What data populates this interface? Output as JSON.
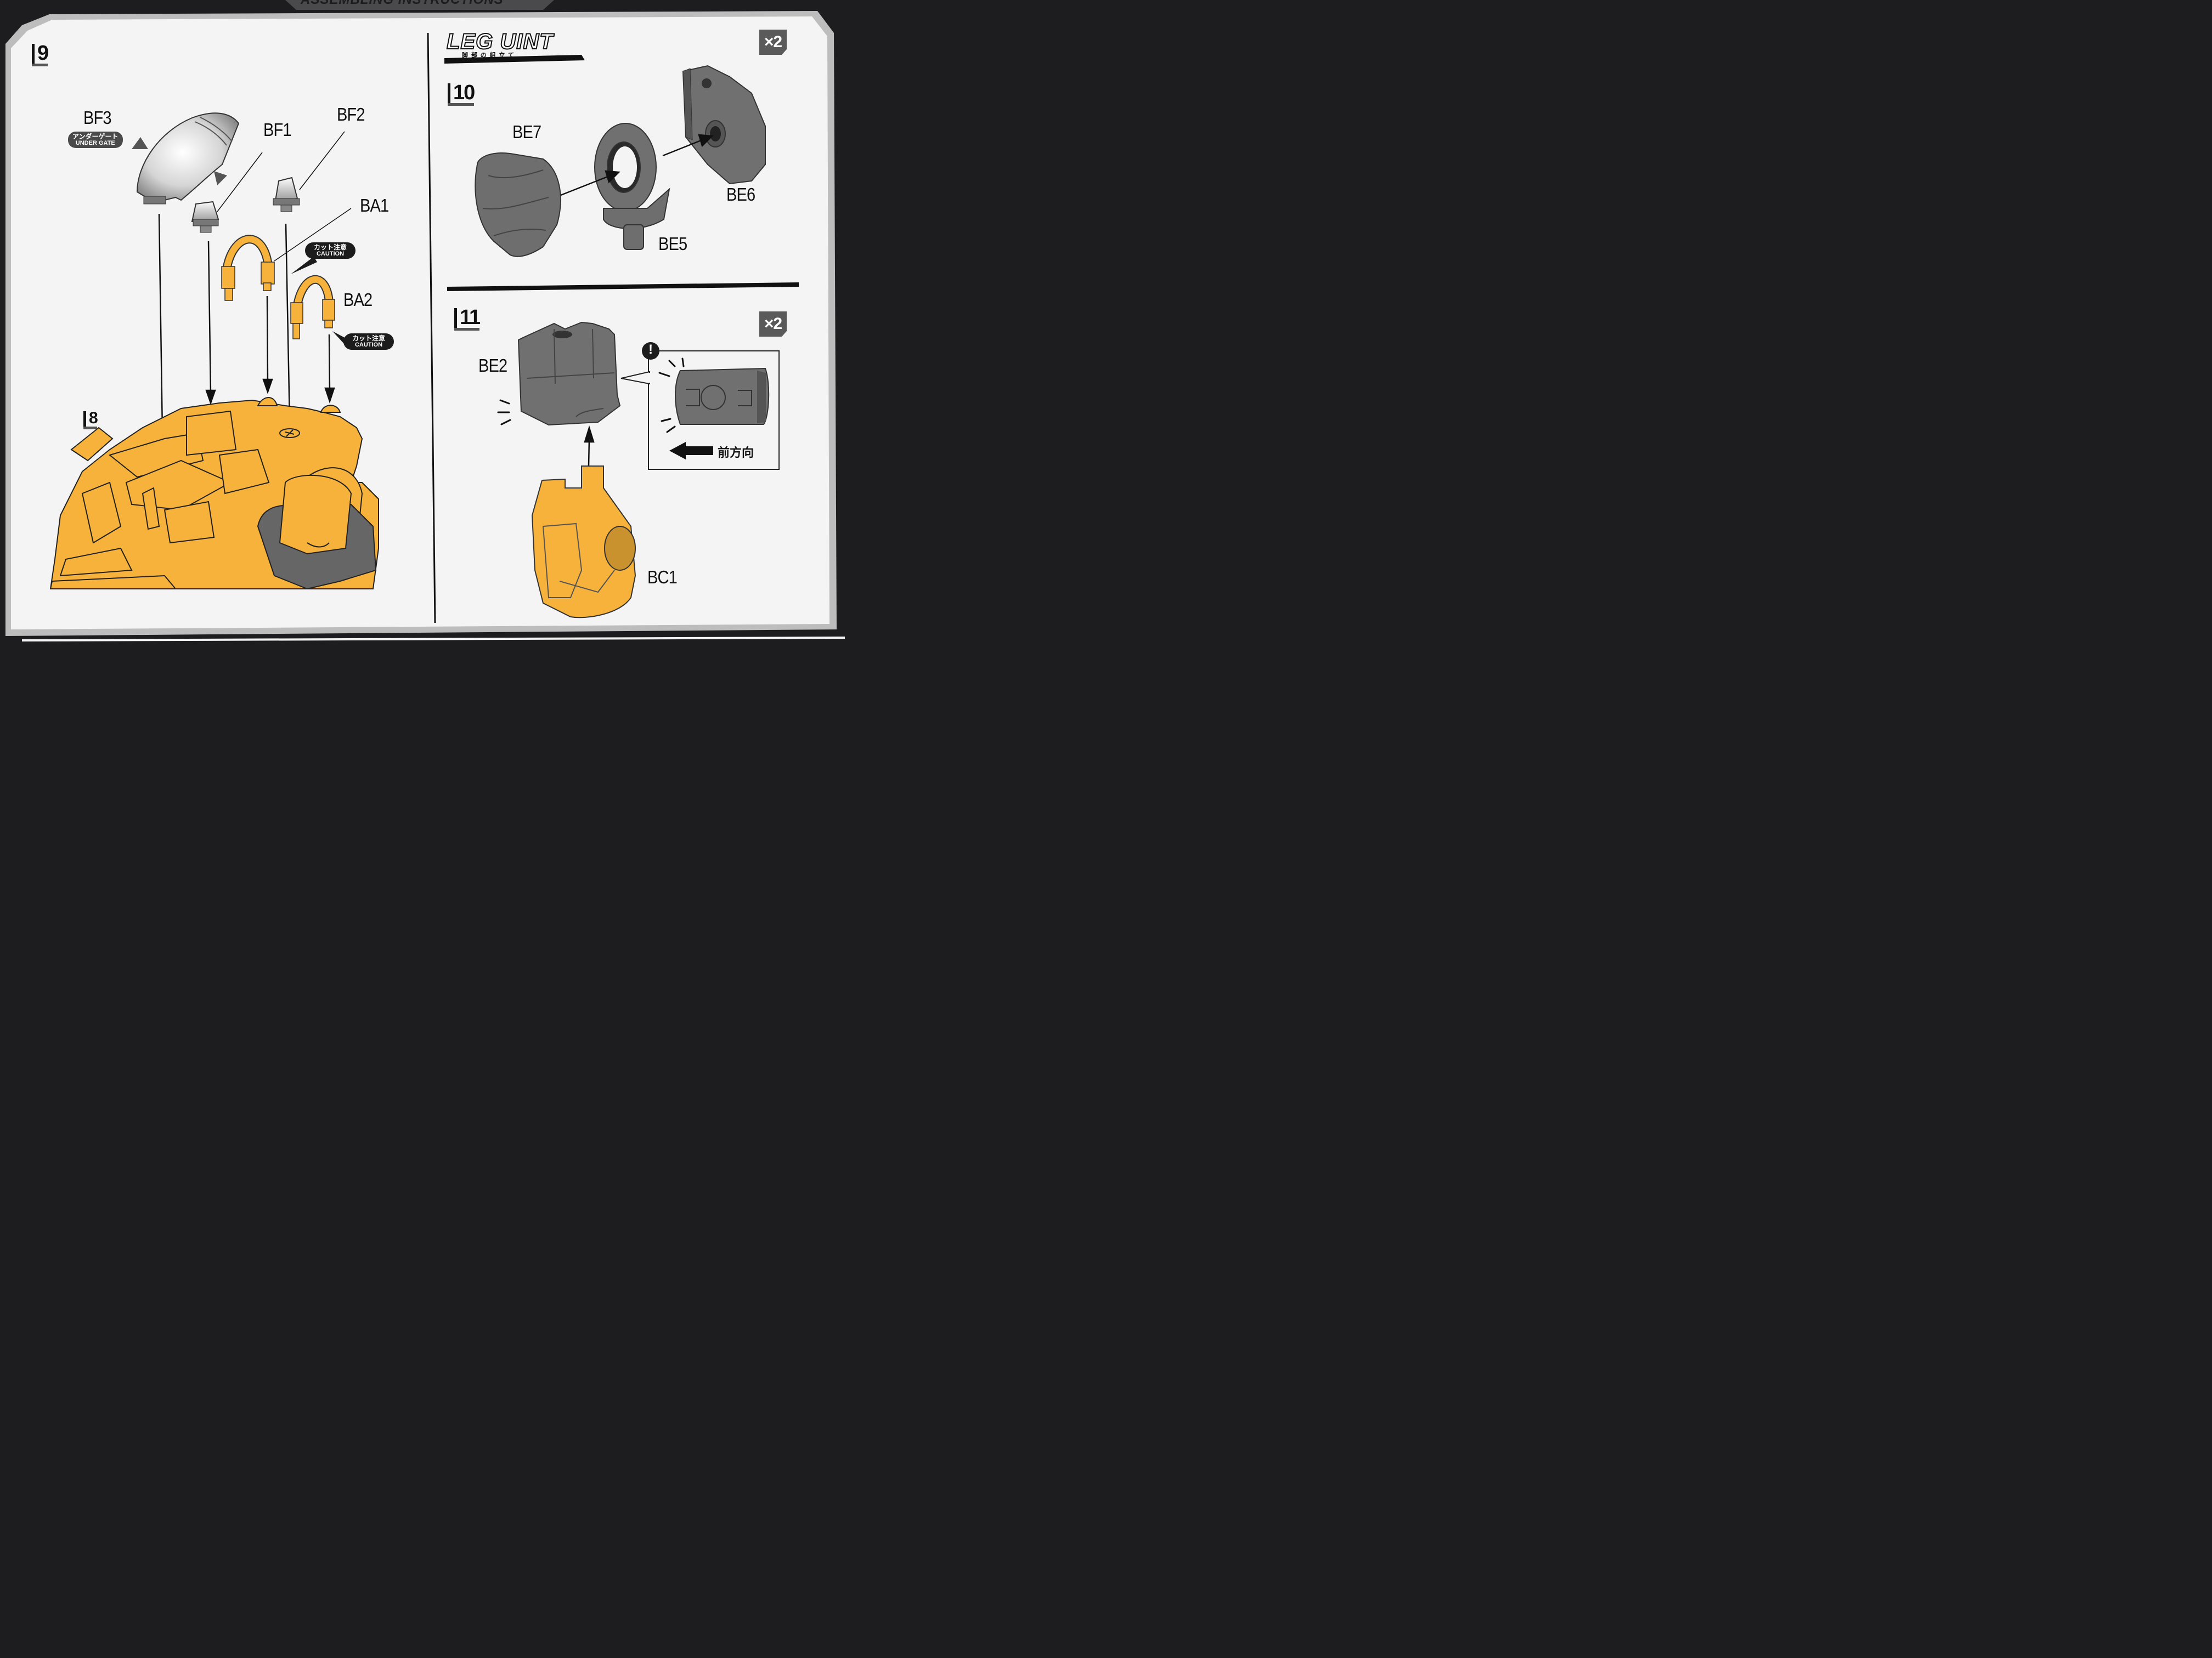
{
  "header": {
    "title": "ASSEMBLING INSTRUCTIONS"
  },
  "section": {
    "title": "LEG UINT",
    "subtitle": "脚 部 の 組 立 て"
  },
  "steps": {
    "s9": {
      "number": "9",
      "target_step": "8"
    },
    "s10": {
      "number": "10",
      "quantity": "×2"
    },
    "s11": {
      "number": "11",
      "quantity": "×2"
    }
  },
  "parts": {
    "bf3": "BF3",
    "bf1": "BF1",
    "bf2": "BF2",
    "ba1": "BA1",
    "ba2": "BA2",
    "be7": "BE7",
    "be5": "BE5",
    "be6": "BE6",
    "be2": "BE2",
    "bc1": "BC1"
  },
  "notes": {
    "under_gate_jp": "アンダーゲート",
    "under_gate_en": "UNDER GATE",
    "caution_jp": "カット注意",
    "caution_en": "CAUTION",
    "attention_mark": "!",
    "direction": "前方向"
  },
  "colors": {
    "page_bg": "#f3f3f3",
    "frame": "#1d1d1f",
    "accent_orange": "#f7b23b",
    "part_gray": "#6e6e6e",
    "clear_part": "#d8d8d8"
  }
}
